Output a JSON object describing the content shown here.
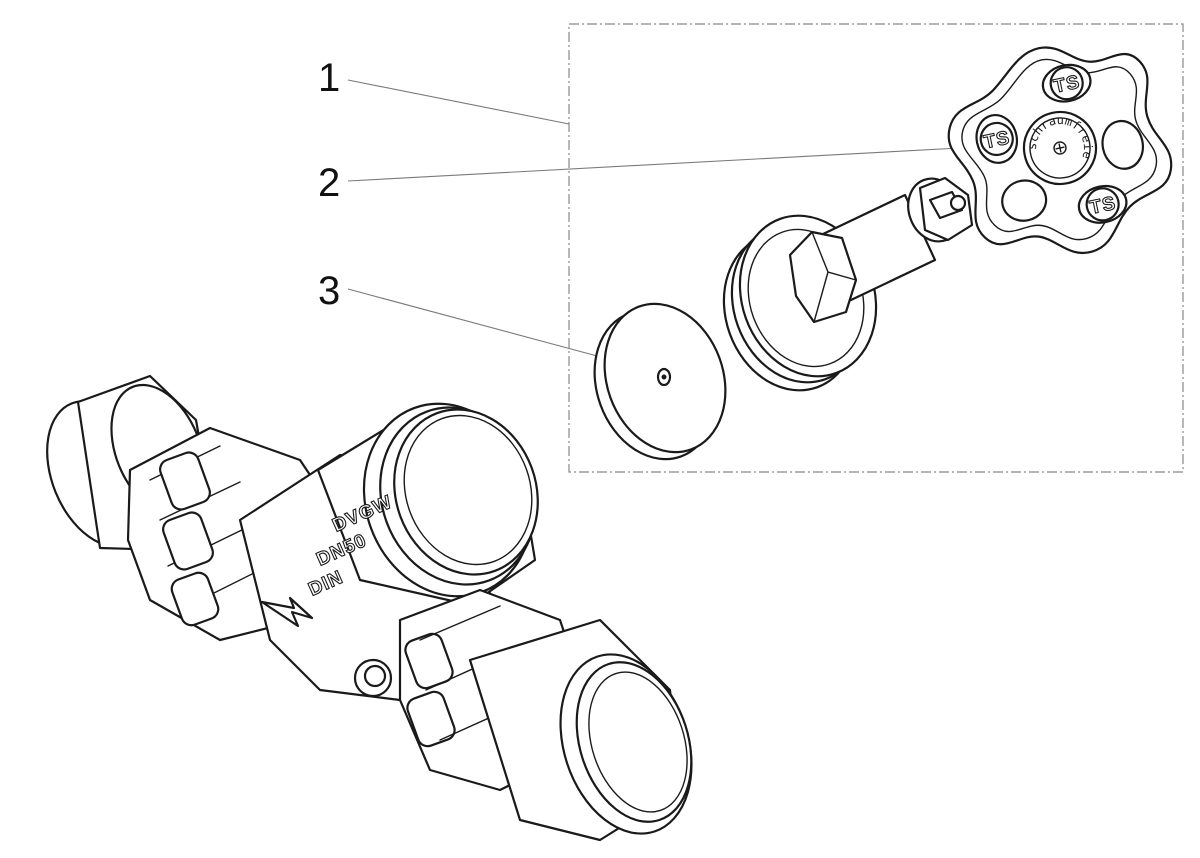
{
  "callouts": [
    {
      "label": "1"
    },
    {
      "label": "2"
    },
    {
      "label": "3"
    }
  ],
  "valve_body_marking": {
    "line1": "DVGW",
    "line2": "DN50",
    "line3": "DIN"
  },
  "handwheel_brand": "schraumfreie",
  "handwheel_logo": "TS",
  "colors": {
    "line": "#1a1a1a",
    "leader": "#7a7a7a",
    "kit_box": "#888888",
    "background": "#ffffff"
  }
}
